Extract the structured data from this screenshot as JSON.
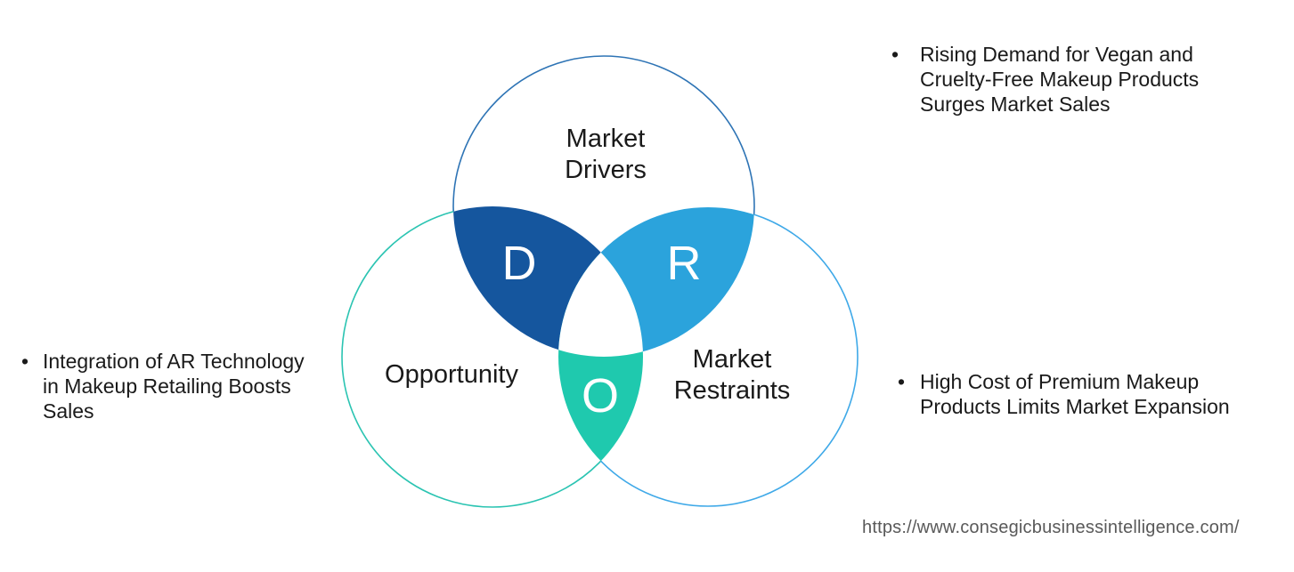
{
  "diagram": {
    "circles": {
      "drivers": {
        "label": "Market\nDrivers",
        "stroke_color": "#2E74B5"
      },
      "opportunity": {
        "label": "Opportunity",
        "stroke_color": "#2BC4B2"
      },
      "restraints": {
        "label": "Market\nRestraints",
        "stroke_color": "#3FA9E8"
      }
    },
    "intersections": {
      "drivers": {
        "letter": "D",
        "fill_color": "#15569E"
      },
      "restraints": {
        "letter": "R",
        "fill_color": "#2BA3DC"
      },
      "opportunity": {
        "letter": "O",
        "fill_color": "#1FC9AE"
      }
    }
  },
  "notes": {
    "opportunity_note": {
      "bullet": "•",
      "text": "Integration of AR Technology\nin Makeup Retailing Boosts\nSales"
    },
    "drivers_note": {
      "bullet": "•",
      "text": "Rising Demand for Vegan and\nCruelty-Free Makeup Products\nSurges Market Sales"
    },
    "restraints_note": {
      "bullet": "•",
      "text": "High Cost of Premium Makeup\nProducts Limits Market Expansion"
    }
  },
  "footer": {
    "url": "https://www.consegicbusinessintelligence.com/"
  }
}
